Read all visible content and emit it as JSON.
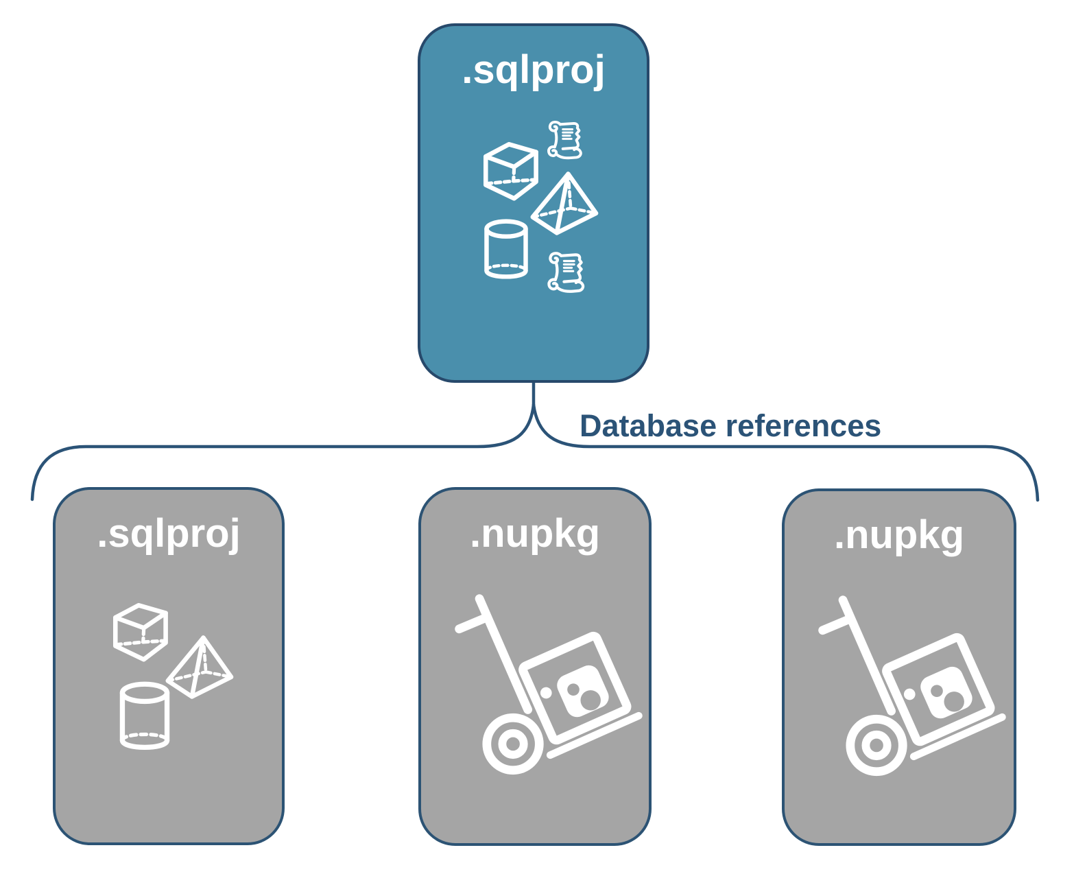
{
  "diagram": {
    "connector_label": "Database references",
    "root_node": {
      "label": ".sqlproj",
      "kind": "sql-project",
      "icons": [
        "script-scroll-icon",
        "cube-icon",
        "pyramid-icon",
        "cylinder-icon",
        "script-scroll-icon"
      ]
    },
    "child_nodes": [
      {
        "label": ".sqlproj",
        "kind": "sql-project",
        "icons": [
          "cube-icon",
          "pyramid-icon",
          "cylinder-icon"
        ]
      },
      {
        "label": ".nupkg",
        "kind": "nuget-package",
        "icons": [
          "nuget-handtruck-icon"
        ]
      },
      {
        "label": ".nupkg",
        "kind": "nuget-package",
        "icons": [
          "nuget-handtruck-icon"
        ]
      }
    ],
    "colors": {
      "background": "#FFFFFF",
      "root_node_fill": "#4A8FAC",
      "child_node_fill": "#A5A5A5",
      "node_border": "#27496B",
      "connector_line": "#2B5377",
      "connector_label_text": "#2B5377",
      "node_label_text": "#FFFFFF",
      "icon_stroke": "#FFFFFF"
    }
  }
}
